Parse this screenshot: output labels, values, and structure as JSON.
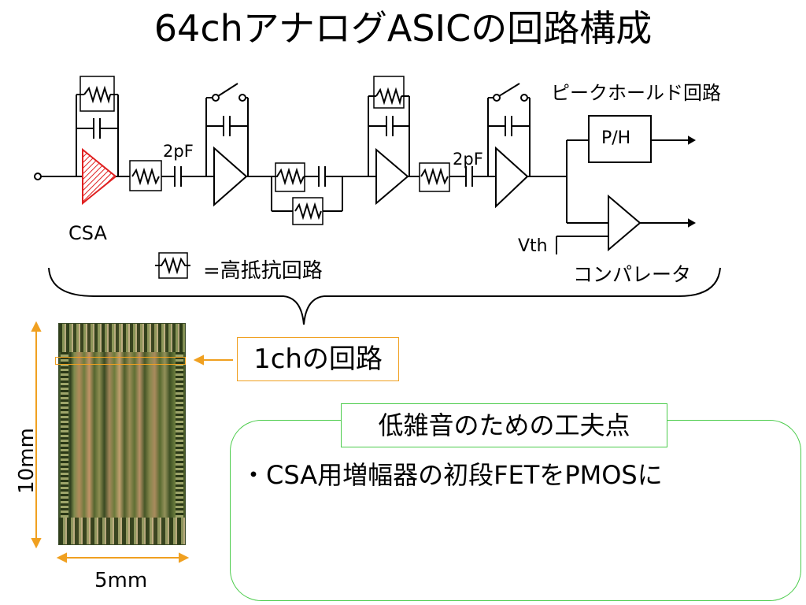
{
  "title": "64chアナログASICの回路構成",
  "circuit": {
    "csa_label": "CSA",
    "cap1_label": "2pF",
    "cap2_label": "2pF",
    "peak_hold_label": "ピークホールド回路",
    "ph_block_label": "P/H",
    "vth_label": "Vth",
    "comparator_label": "コンパレータ",
    "legend_text": "=高抵抗回路"
  },
  "chip": {
    "height_label": "10mm",
    "width_label": "5mm",
    "channel_box_label": "1chの回路"
  },
  "notes": {
    "heading": "低雑音のための工夫点",
    "items": [
      "・CSA用増幅器の初段FETをPMOSに"
    ]
  },
  "colors": {
    "csa_red": "#e02020",
    "orange": "#f0a020",
    "green": "#4ccc4c"
  }
}
